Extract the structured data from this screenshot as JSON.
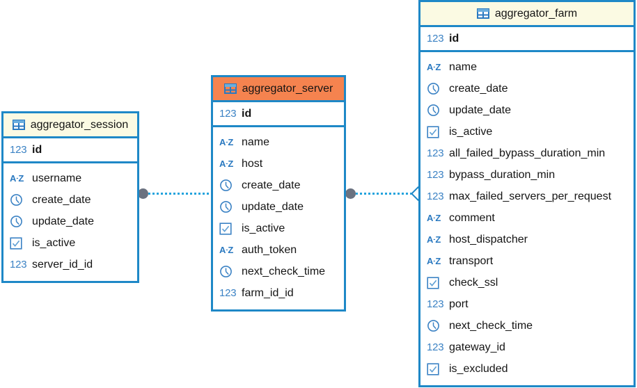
{
  "diagram": {
    "kind": "entity-relationship-diagram",
    "canvas_background": "#ffffff",
    "colors": {
      "border_blue": "#1e88c7",
      "header_yellow": "#fbfae3",
      "header_orange": "#f5834f",
      "icon_blue": "#3b82c4",
      "line_blue": "#23a3dd",
      "connector_dot_gray": "#6b7280",
      "text_black": "#141414"
    },
    "type_icon_names": {
      "integer": "number-123-icon",
      "string": "text-az-icon",
      "datetime": "clock-icon",
      "boolean": "checkbox-icon",
      "table": "table-grid-icon"
    }
  },
  "entities": [
    {
      "id": "aggregator_session",
      "title": "aggregator_session",
      "header_tint": "yellow",
      "primary_key": {
        "name": "id",
        "type": "integer"
      },
      "fields": [
        {
          "name": "username",
          "type": "string"
        },
        {
          "name": "create_date",
          "type": "datetime"
        },
        {
          "name": "update_date",
          "type": "datetime"
        },
        {
          "name": "is_active",
          "type": "boolean"
        },
        {
          "name": "server_id_id",
          "type": "integer"
        }
      ]
    },
    {
      "id": "aggregator_server",
      "title": "aggregator_server",
      "header_tint": "orange",
      "primary_key": {
        "name": "id",
        "type": "integer"
      },
      "fields": [
        {
          "name": "name",
          "type": "string"
        },
        {
          "name": "host",
          "type": "string"
        },
        {
          "name": "create_date",
          "type": "datetime"
        },
        {
          "name": "update_date",
          "type": "datetime"
        },
        {
          "name": "is_active",
          "type": "boolean"
        },
        {
          "name": "auth_token",
          "type": "string"
        },
        {
          "name": "next_check_time",
          "type": "datetime"
        },
        {
          "name": "farm_id_id",
          "type": "integer"
        }
      ]
    },
    {
      "id": "aggregator_farm",
      "title": "aggregator_farm",
      "header_tint": "yellow",
      "primary_key": {
        "name": "id",
        "type": "integer"
      },
      "fields": [
        {
          "name": "name",
          "type": "string"
        },
        {
          "name": "create_date",
          "type": "datetime"
        },
        {
          "name": "update_date",
          "type": "datetime"
        },
        {
          "name": "is_active",
          "type": "boolean"
        },
        {
          "name": "all_failed_bypass_duration_min",
          "type": "integer"
        },
        {
          "name": "bypass_duration_min",
          "type": "integer"
        },
        {
          "name": "max_failed_servers_per_request",
          "type": "integer"
        },
        {
          "name": "comment",
          "type": "string"
        },
        {
          "name": "host_dispatcher",
          "type": "string"
        },
        {
          "name": "transport",
          "type": "string"
        },
        {
          "name": "check_ssl",
          "type": "boolean"
        },
        {
          "name": "port",
          "type": "integer"
        },
        {
          "name": "next_check_time",
          "type": "datetime"
        },
        {
          "name": "gateway_id",
          "type": "integer"
        },
        {
          "name": "is_excluded",
          "type": "boolean"
        }
      ]
    }
  ],
  "relationships": [
    {
      "id": "session-to-server",
      "from": "aggregator_session",
      "to": "aggregator_server",
      "from_marker": "filled-circle",
      "to_marker": "none",
      "line_style": "dotted"
    },
    {
      "id": "server-to-farm",
      "from": "aggregator_server",
      "to": "aggregator_farm",
      "from_marker": "filled-circle",
      "to_marker": "hollow-diamond",
      "line_style": "dotted"
    }
  ]
}
